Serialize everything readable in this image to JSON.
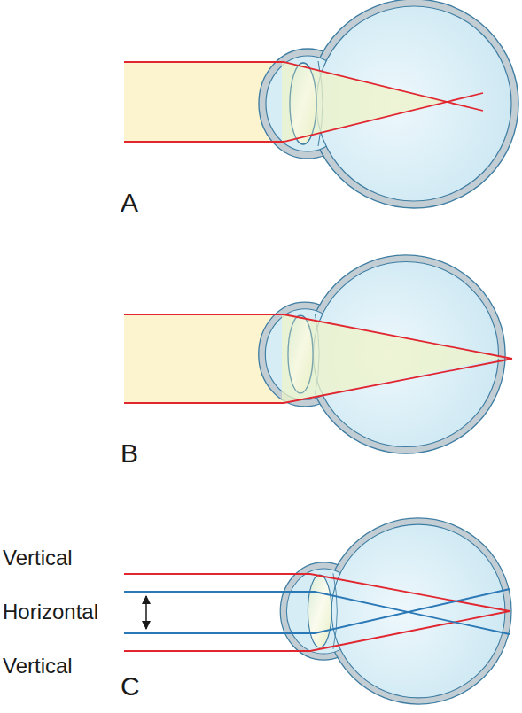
{
  "diagram": {
    "labels": [
      "A",
      "B",
      "Vertical",
      "Horizontal",
      "Vertical",
      "C"
    ]
  }
}
